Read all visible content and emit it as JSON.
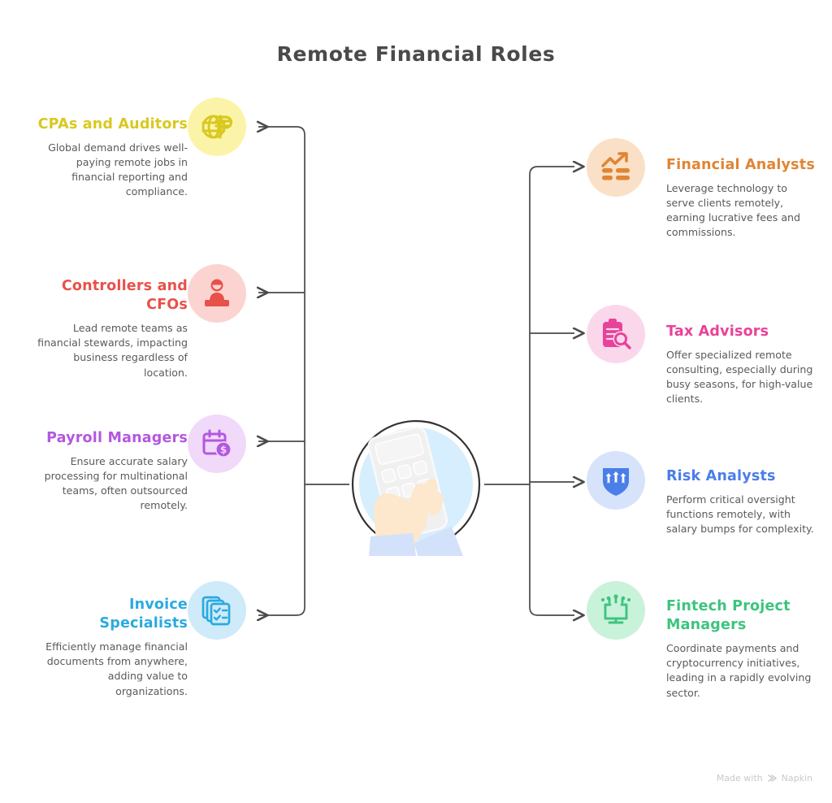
{
  "title": "Remote Financial Roles",
  "footer": {
    "text_before": "Made with",
    "brand": "Napkin",
    "logo": "napkin-logo-icon"
  },
  "center": {
    "icon": "hands-holding-calculator-illustration"
  },
  "left_items": [
    {
      "heading": "CPAs and Auditors",
      "description": "Global demand drives well-paying remote jobs in financial reporting and compliance.",
      "color": "#d9c81f",
      "circle_color": "#fbf4a8",
      "icon": "globe-currency-icon"
    },
    {
      "heading": "Controllers and CFOs",
      "description": "Lead remote teams as financial stewards, impacting business regardless of location.",
      "color": "#e8514a",
      "circle_color": "#fbd4d2",
      "icon": "speaker-podium-icon"
    },
    {
      "heading": "Payroll Managers",
      "description": "Ensure accurate salary processing for multinational teams, often outsourced remotely.",
      "color": "#b457e0",
      "circle_color": "#f1d9fa",
      "icon": "calendar-dollar-icon"
    },
    {
      "heading": "Invoice Specialists",
      "description": "Efficiently manage financial documents from anywhere, adding value to organizations.",
      "color": "#2aaae0",
      "circle_color": "#cfeaf9",
      "icon": "documents-checklist-icon"
    }
  ],
  "right_items": [
    {
      "heading": "Financial Analysts",
      "description": "Leverage technology to serve clients remotely, earning lucrative fees and commissions.",
      "color": "#e08534",
      "circle_color": "#fae0c6",
      "icon": "growth-chart-arrow-icon"
    },
    {
      "heading": "Tax Advisors",
      "description": "Offer specialized remote consulting, especially during busy seasons, for high-value clients.",
      "color": "#e8429a",
      "circle_color": "#fbd7ec",
      "icon": "clipboard-search-icon"
    },
    {
      "heading": "Risk Analysts",
      "description": "Perform critical oversight functions remotely, with salary bumps for complexity.",
      "color": "#4a7ee8",
      "circle_color": "#d7e3fb",
      "icon": "shield-arrows-icon"
    },
    {
      "heading": "Fintech Project Managers",
      "description": "Coordinate payments and cryptocurrency initiatives, leading in a rapidly evolving sector.",
      "color": "#3dc47e",
      "circle_color": "#c9f2db",
      "icon": "monitor-network-icon"
    }
  ],
  "connector_color": "#4a4a4a"
}
